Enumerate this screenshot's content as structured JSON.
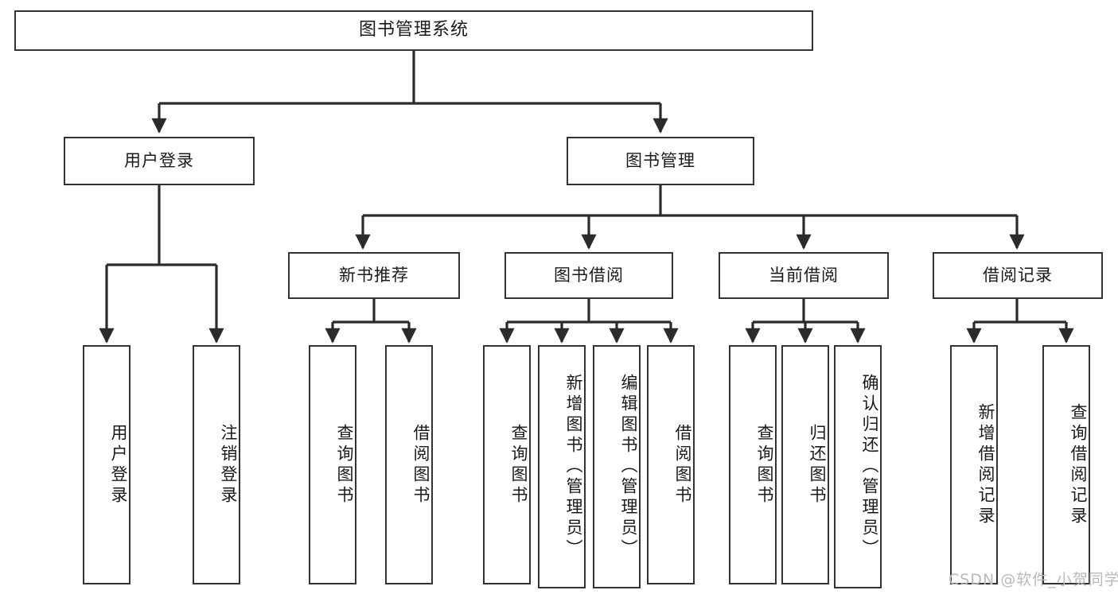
{
  "diagram": {
    "title": "图书管理系统",
    "type": "tree-hierarchy-diagram",
    "colors": {
      "box_border": "#333333",
      "box_fill": "#ffffff",
      "connector": "#2b2b2b",
      "text": "#1a1a1a",
      "watermark": "#b9b9b9",
      "canvas": "#ffffff"
    }
  },
  "root": {
    "label": "图书管理系统"
  },
  "level2": [
    {
      "label": "用户登录"
    },
    {
      "label": "图书管理"
    }
  ],
  "level3": [
    {
      "label": "新书推荐"
    },
    {
      "label": "图书借阅"
    },
    {
      "label": "当前借阅"
    },
    {
      "label": "借阅记录"
    }
  ],
  "leaves": {
    "user_login": [
      {
        "label": "用户登录"
      },
      {
        "label": "注销登录"
      }
    ],
    "new_book_recommend": [
      {
        "label": "查询图书"
      },
      {
        "label": "借阅图书"
      }
    ],
    "book_borrow": [
      {
        "label": "查询图书"
      },
      {
        "label": "新增图书（管理员）"
      },
      {
        "label": "编辑图书（管理员）"
      },
      {
        "label": "借阅图书"
      }
    ],
    "current_borrow": [
      {
        "label": "查询图书"
      },
      {
        "label": "归还图书"
      },
      {
        "label": "确认归还（管理员）"
      }
    ],
    "borrow_record": [
      {
        "label": "新增借阅记录"
      },
      {
        "label": "查询借阅记录"
      }
    ]
  },
  "watermark": {
    "text": "CSDN @软件_小贺同学"
  }
}
